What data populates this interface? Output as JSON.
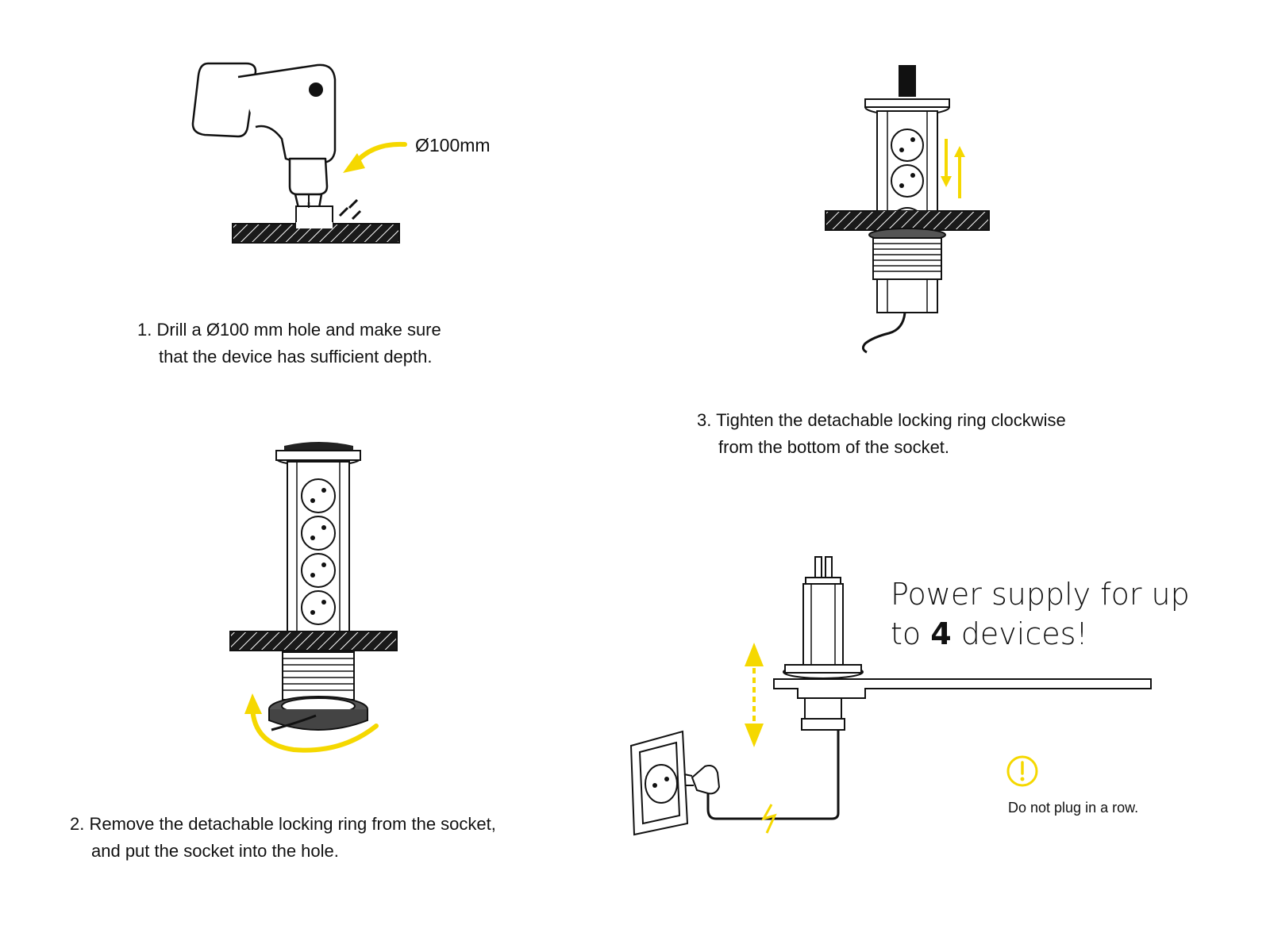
{
  "steps": [
    {
      "number": "1.",
      "line1": "Drill a Ø100 mm hole and make sure",
      "line2": "that the device has sufficient depth."
    },
    {
      "number": "2.",
      "line1": "Remove the detachable locking ring from the socket,",
      "line2": "and put the socket into the hole."
    },
    {
      "number": "3.",
      "line1": "Tighten the detachable locking ring clockwise",
      "line2": "from the bottom of the socket."
    }
  ],
  "drill_diameter_label": "Ø100mm",
  "callout": {
    "line1": "Power supply for up",
    "line2_prefix": "to ",
    "line2_bold": "4",
    "line2_suffix": " devices!"
  },
  "warning": {
    "text": "Do not plug in a row.",
    "icon": "exclamation-circle-icon"
  },
  "colors": {
    "accent_yellow": "#f5d800",
    "ink": "#111111",
    "hatch": "#1a1a1a"
  }
}
